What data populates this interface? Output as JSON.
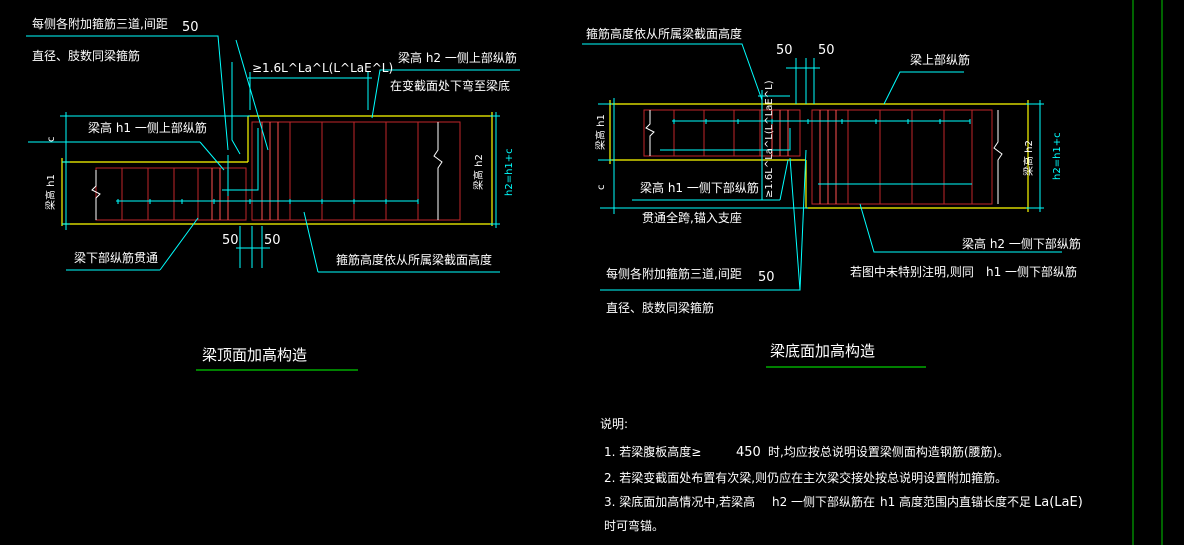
{
  "colors": {
    "background": "#000000",
    "dimension": "#00ffff",
    "beam": "#ffff00",
    "stirrup": "#c0262a",
    "stirrup_extra": "#ff5050",
    "label": "#ffffff",
    "leader": "#00ffff",
    "guide": "#00ff00",
    "border": "#00c800"
  },
  "left": {
    "note_extra_stirrups": "每侧各附加箍筋三道,间距",
    "note_spacing": "50",
    "note_same_diameter": "直径、肢数同梁箍筋",
    "anchor_length": "≥1.6L^La^L(L^LaE^L)",
    "h2_top_bar": "梁高 h2 一侧上部纵筋",
    "bend_note": "在变截面处下弯至梁底",
    "h1_top_bar": "梁高 h1 一侧上部纵筋",
    "label_c": "c",
    "label_h1": "梁高 h1",
    "label_h2": "梁高 h2",
    "label_h2eq": "h2=h1+c",
    "bottom_bar": "梁下部纵筋贯通",
    "dim_a": "50",
    "dim_b": "50",
    "stirrup_height_note": "箍筋高度依从所属梁截面高度",
    "title": "梁顶面加高构造"
  },
  "right": {
    "stirrup_height_note": "箍筋高度依从所属梁截面高度",
    "dim_a": "50",
    "dim_b": "50",
    "top_bar": "梁上部纵筋",
    "label_h1": "梁高 h1",
    "label_c": "c",
    "label_h2": "梁高 h2",
    "label_h2eq": "h2=h1+c",
    "anchor_length": "≥1.6L^La^L(L^LaE^L)",
    "h1_bottom_bar": "梁高 h1 一侧下部纵筋",
    "through_span": "贯通全跨,锚入支座",
    "h2_bottom_bar": "梁高 h2 一侧下部纵筋",
    "unless_noted": "若图中未特别注明,则同",
    "h1_bottom_bar2": "h1 一侧下部纵筋",
    "note_extra_stirrups": "每侧各附加箍筋三道,间距",
    "note_spacing": "50",
    "note_same_diameter": "直径、肢数同梁箍筋",
    "title": "梁底面加高构造"
  },
  "notes": {
    "heading": "说明:",
    "item1_a": "1.  若梁腹板高度≥",
    "item1_num": "450",
    "item1_b": "时,均应按总说明设置梁侧面构造钢筋(腰筋)。",
    "item2": "2.  若梁变截面处布置有次梁,则仍应在主次梁交接处按总说明设置附加箍筋。",
    "item3_a": "3.  梁底面加高情况中,若梁高",
    "item3_h2": "h2 一侧下部纵筋在",
    "item3_h1": "h1 高度范围内直锚长度不足",
    "item3_la": "La(LaE)",
    "item3_end": "时可弯锚。"
  }
}
